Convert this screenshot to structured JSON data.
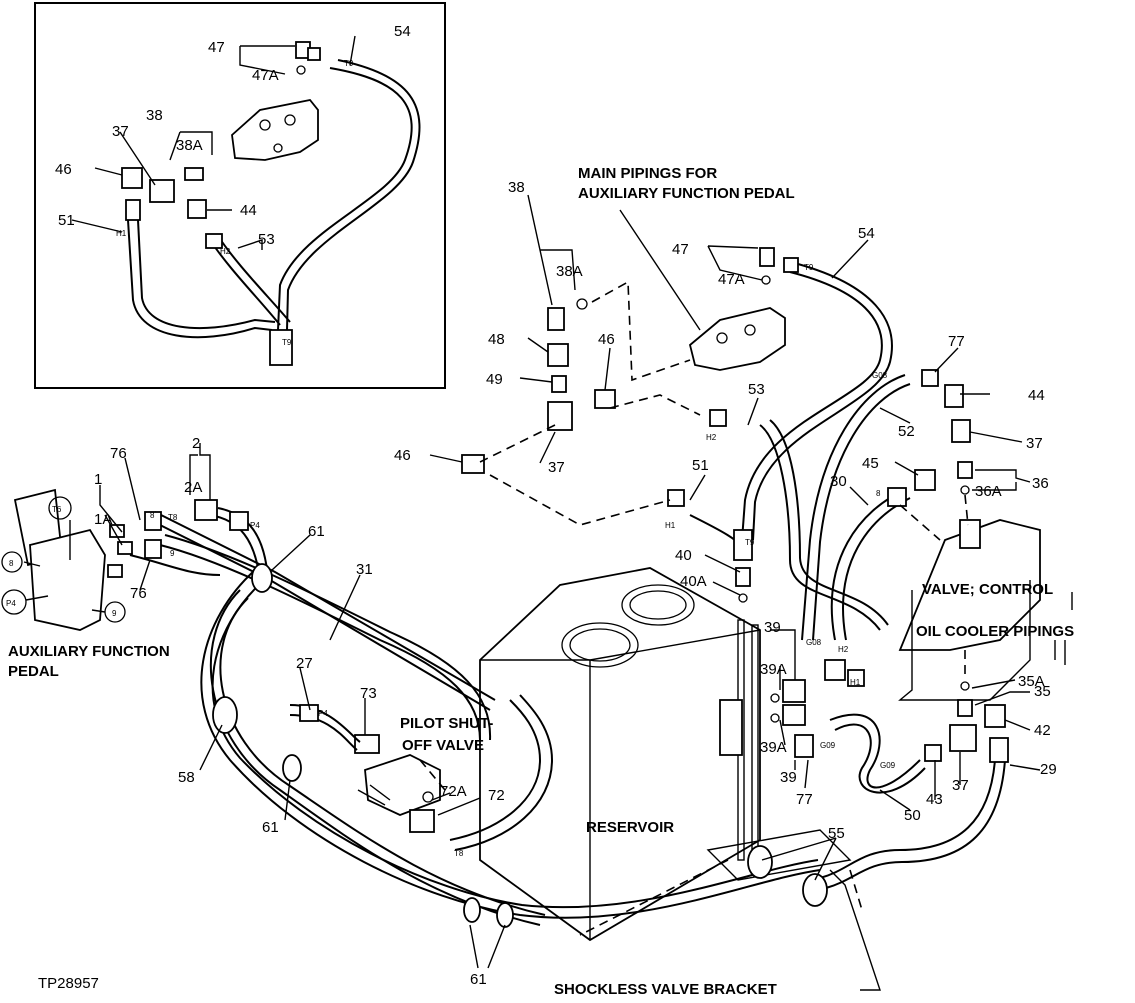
{
  "inset": {
    "labels": [
      "47",
      "47A",
      "54",
      "38",
      "38A",
      "37",
      "46",
      "44",
      "51",
      "53",
      "H1",
      "H2",
      "T9",
      "T9"
    ]
  },
  "captions": {
    "main_pipings_line1": "MAIN PIPINGS FOR",
    "main_pipings_line2": "AUXILIARY FUNCTION PEDAL",
    "aux_pedal_line1": "AUXILIARY FUNCTION",
    "aux_pedal_line2": "PEDAL",
    "pilot_line1": "PILOT SHUT-",
    "pilot_line2": "OFF VALVE",
    "valve_control": "VALVE; CONTROL",
    "oil_cooler": "OIL COOLER PIPINGS",
    "reservoir": "RESERVOIR",
    "shockless": "SHOCKLESS VALVE BRACKET",
    "figure_id": "TP28957"
  },
  "callouts": {
    "c38": "38",
    "c38A": "38A",
    "c48": "48",
    "c49": "49",
    "c46a": "46",
    "c46b": "46",
    "c37a": "37",
    "c47": "47",
    "c47A": "47A",
    "c54": "54",
    "c53": "53",
    "c51": "51",
    "c77a": "77",
    "c44": "44",
    "c52": "52",
    "c37b": "37",
    "c45": "45",
    "c30": "30",
    "c36": "36",
    "c36A": "36A",
    "c40": "40",
    "c40A": "40A",
    "c39a": "39",
    "c39Aa": "39A",
    "c39Ab": "39A",
    "c39b": "39",
    "c77b": "77",
    "c35A": "35A",
    "c35": "35",
    "c42": "42",
    "c29": "29",
    "c43": "43",
    "c37c": "37",
    "c50": "50",
    "c55": "55",
    "c76a": "76",
    "c76b": "76",
    "c2": "2",
    "c2A": "2A",
    "c1": "1",
    "c1A": "1A",
    "c61a": "61",
    "c31": "31",
    "c27": "27",
    "c73": "73",
    "c72A": "72A",
    "c72": "72",
    "c58": "58",
    "c61b": "61",
    "c61c": "61"
  },
  "circled": {
    "t6": "T6",
    "c8": "8",
    "p4": "P4",
    "c9": "9"
  },
  "fitting_codes": {
    "h1": "H1",
    "h2": "H2",
    "t9a": "T9",
    "t9b": "T9",
    "g08a": "G08",
    "g08b": "G08",
    "g09a": "G09",
    "g09b": "G09",
    "h1b": "H1",
    "h2b": "H2",
    "t8a": "T8",
    "t8b": "T8",
    "p4a": "P4",
    "p4b": "P4",
    "c8a": "8",
    "c8b": "8",
    "c9a": "9"
  }
}
